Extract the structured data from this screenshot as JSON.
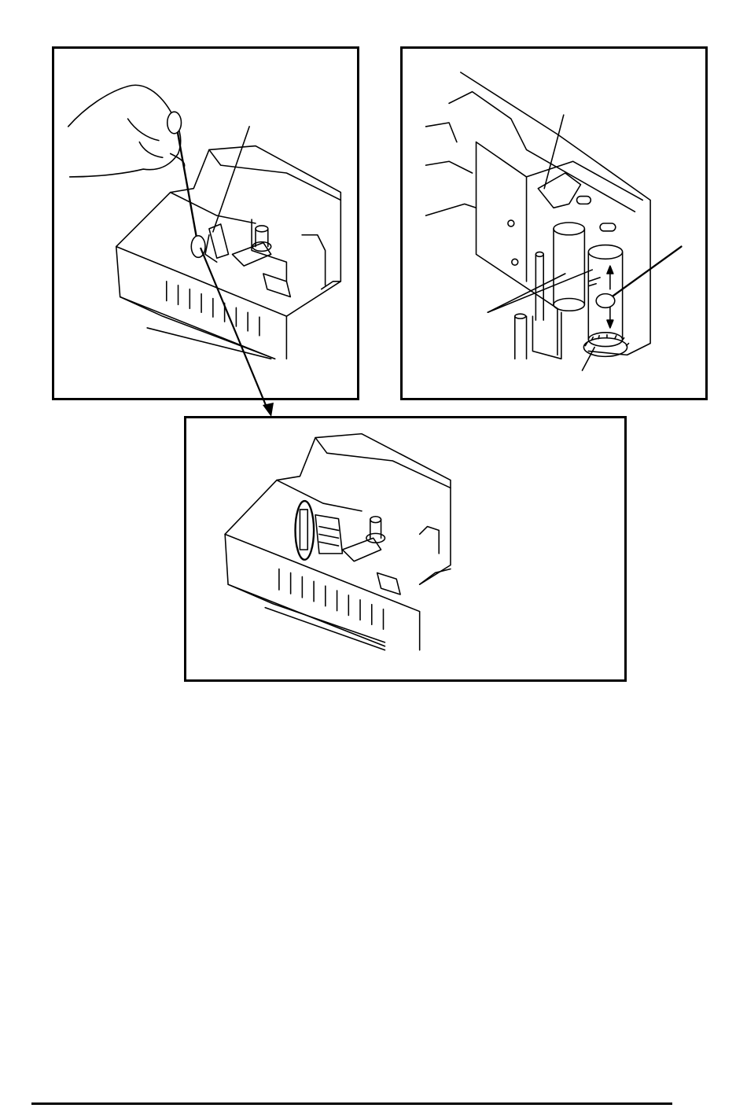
{
  "figure": {
    "panels": [
      {
        "id": "panel-print-head-cleaning",
        "icons": [
          "hand-icon",
          "cotton-swab-icon",
          "label-printer-icon"
        ]
      },
      {
        "id": "panel-roller-cleaning",
        "icons": [
          "roller-icon",
          "cotton-swab-icon",
          "gear-icon"
        ]
      },
      {
        "id": "panel-print-head-detail",
        "icons": [
          "label-printer-icon",
          "print-head-highlight-icon"
        ]
      }
    ],
    "colors": {
      "line": "#000000",
      "background": "#ffffff"
    }
  }
}
